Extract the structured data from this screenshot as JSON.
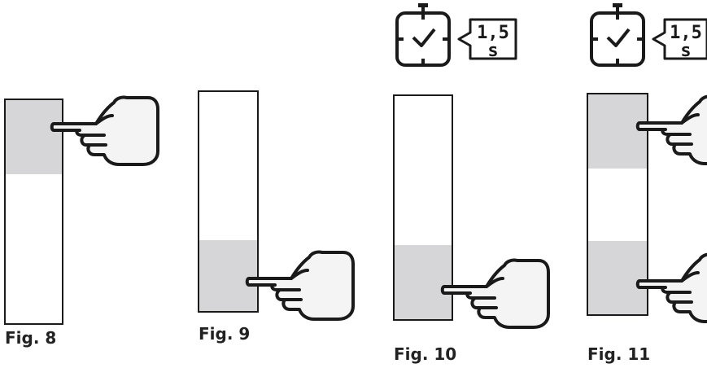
{
  "figures": [
    {
      "caption": "Fig. 8"
    },
    {
      "caption": "Fig. 9"
    },
    {
      "caption": "Fig. 10",
      "timer": {
        "line1": "1,5",
        "line2": "s"
      }
    },
    {
      "caption": "Fig. 11",
      "timer": {
        "line1": "1,5",
        "line2": "s"
      }
    }
  ],
  "colors": {
    "outline": "#1a1a1a",
    "shaded": "#d6d6d8",
    "hand_fill": "#f4f4f4"
  }
}
